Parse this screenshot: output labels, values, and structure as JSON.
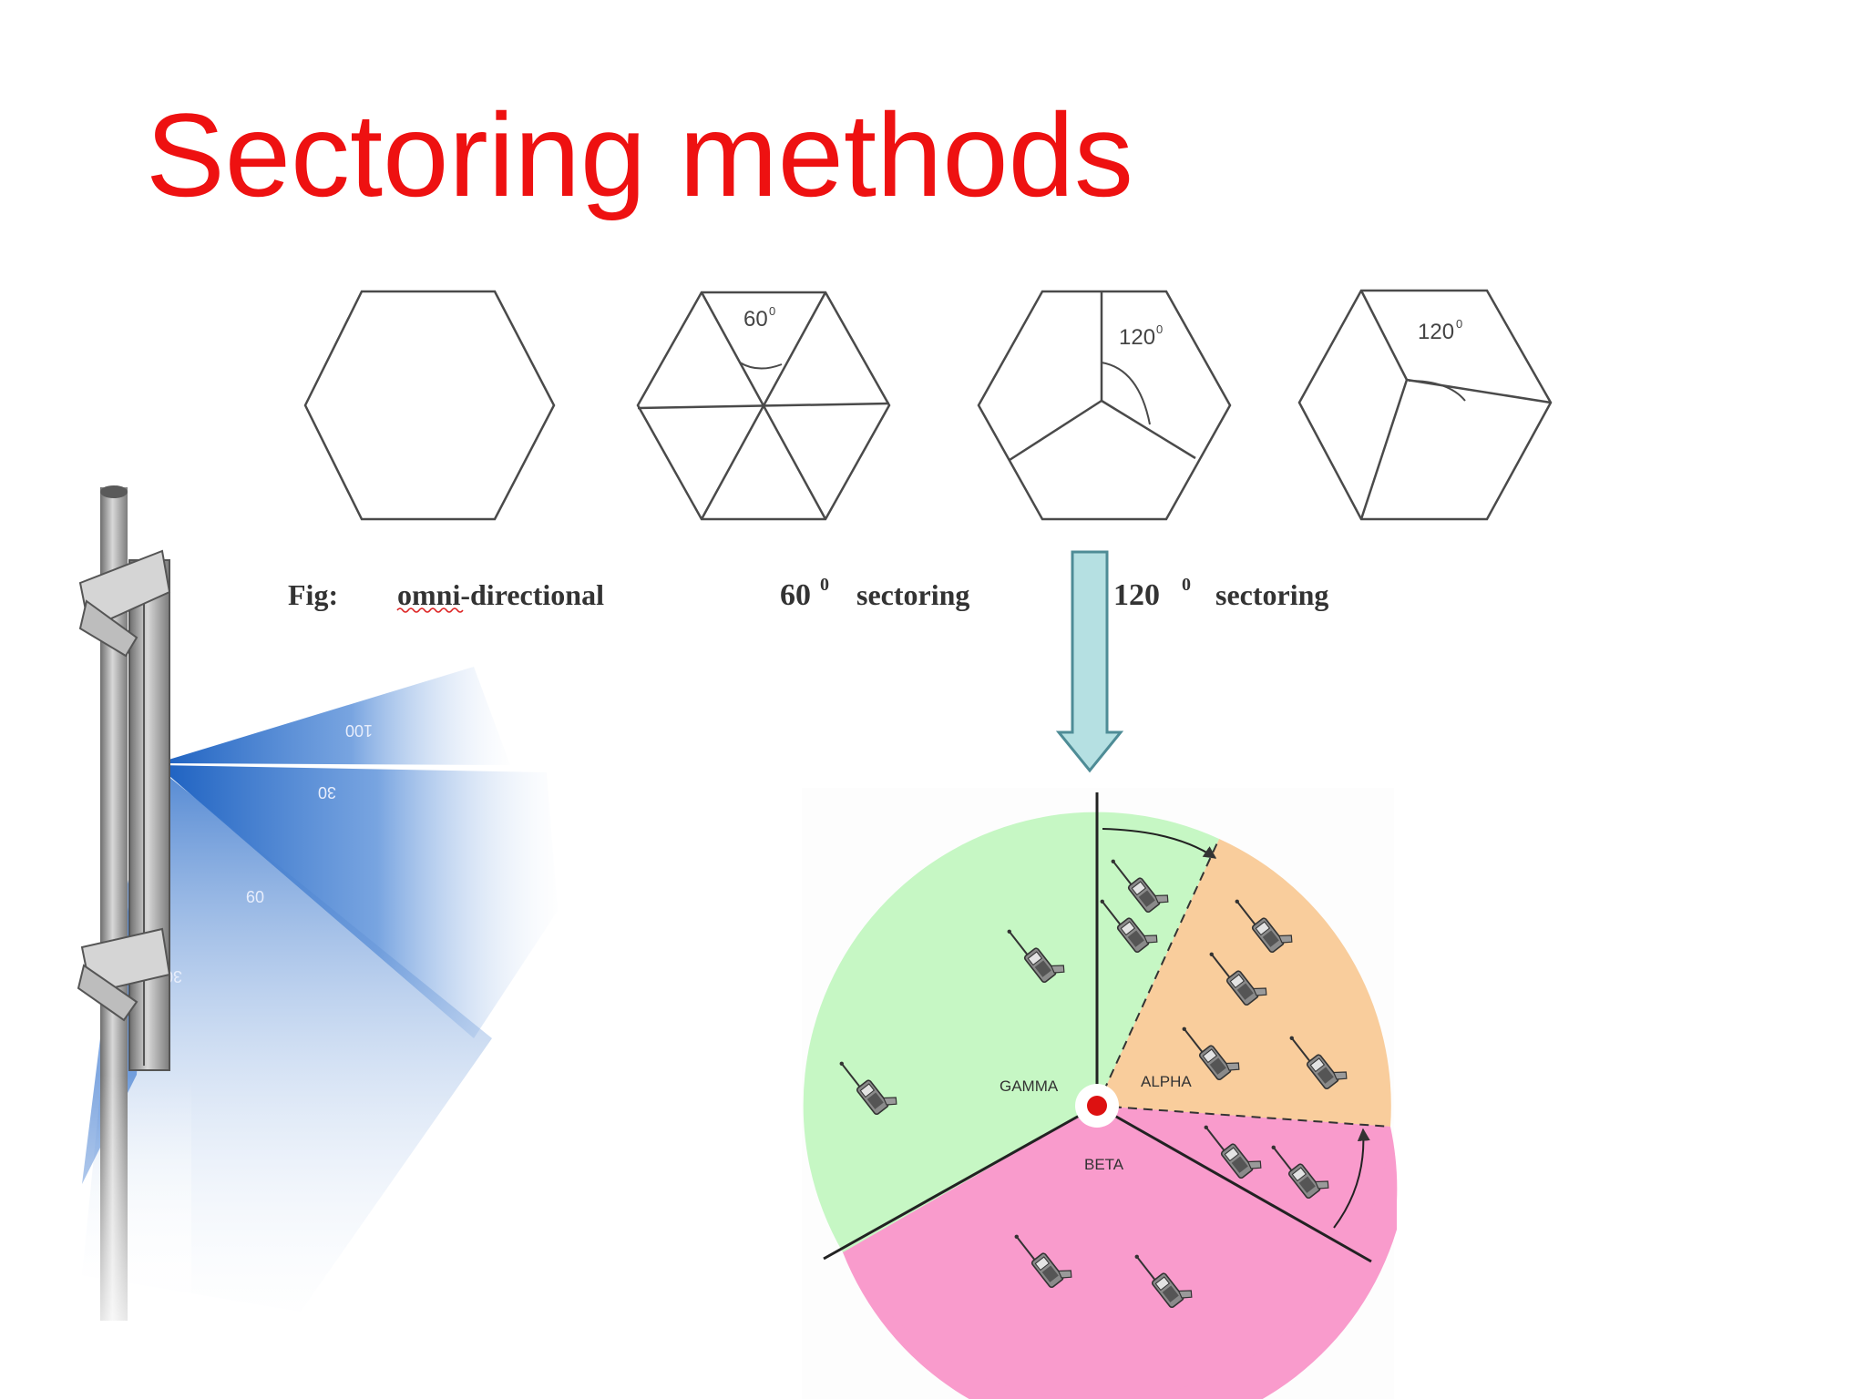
{
  "slide": {
    "title": "Sectoring methods",
    "title_color": "#ee1111"
  },
  "hexagons": {
    "label_60": "60",
    "label_120a": "120",
    "label_120b": "120",
    "degree_mark": "0"
  },
  "caption": {
    "fig": "Fig:",
    "omni": "omni-directional",
    "sect60_num": "60",
    "sect60_sup": "0",
    "sect60_word": "sectoring",
    "sect120_num": "120",
    "sect120_sup": "0",
    "sect120_word": "sectoring"
  },
  "arrow": {
    "color": "#b5e0e2",
    "stroke": "#4e8c96"
  },
  "cell": {
    "sectors": [
      {
        "name": "ALPHA",
        "color": "#f9cd9c"
      },
      {
        "name": "BETA",
        "color": "#f99bcc"
      },
      {
        "name": "GAMMA",
        "color": "#c6f7c4"
      }
    ],
    "bs_color": "#dd1111"
  },
  "antenna": {
    "beam_color": "#1a5fc0",
    "beam_labels": [
      "100",
      "30",
      "09",
      "30"
    ]
  }
}
